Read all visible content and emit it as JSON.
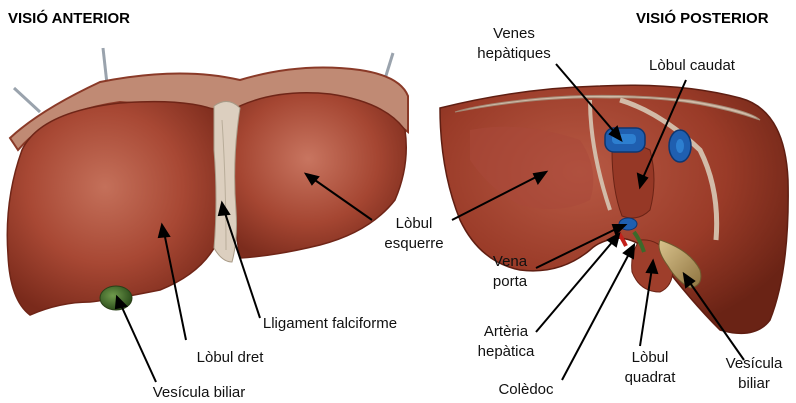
{
  "views": {
    "anterior": {
      "title": "VISIÓ ANTERIOR"
    },
    "posterior": {
      "title": "VISIÓ POSTERIOR"
    }
  },
  "labels": {
    "venes_hepatiques": [
      "Venes",
      "hepàtiques"
    ],
    "lobul_caudat": "Lòbul caudat",
    "lobul_esquerre": [
      "Lòbul",
      "esquerre"
    ],
    "lligament_falciforme": "Lligament falciforme",
    "lobul_dret": "Lòbul dret",
    "vesicula_anterior": "Vesícula biliar",
    "vena_porta": [
      "Vena",
      "porta"
    ],
    "arteria_hepatica": [
      "Artèria",
      "hepàtica"
    ],
    "coledoc": "Colèdoc",
    "lobul_quadrat": [
      "Lòbul",
      "quadrat"
    ],
    "vesicula_posterior": [
      "Vesícula",
      "biliar"
    ]
  },
  "colors": {
    "liver": "#a4422f",
    "liver_dark": "#6f2517",
    "liver_light": "#c06a55",
    "ligament": "#d7cbb9",
    "gallbladder_green": "#3e6a2a",
    "gallbladder_tan": "#b49a62",
    "vein_blue": "#1f5fb0",
    "artery_red": "#c4201b"
  }
}
